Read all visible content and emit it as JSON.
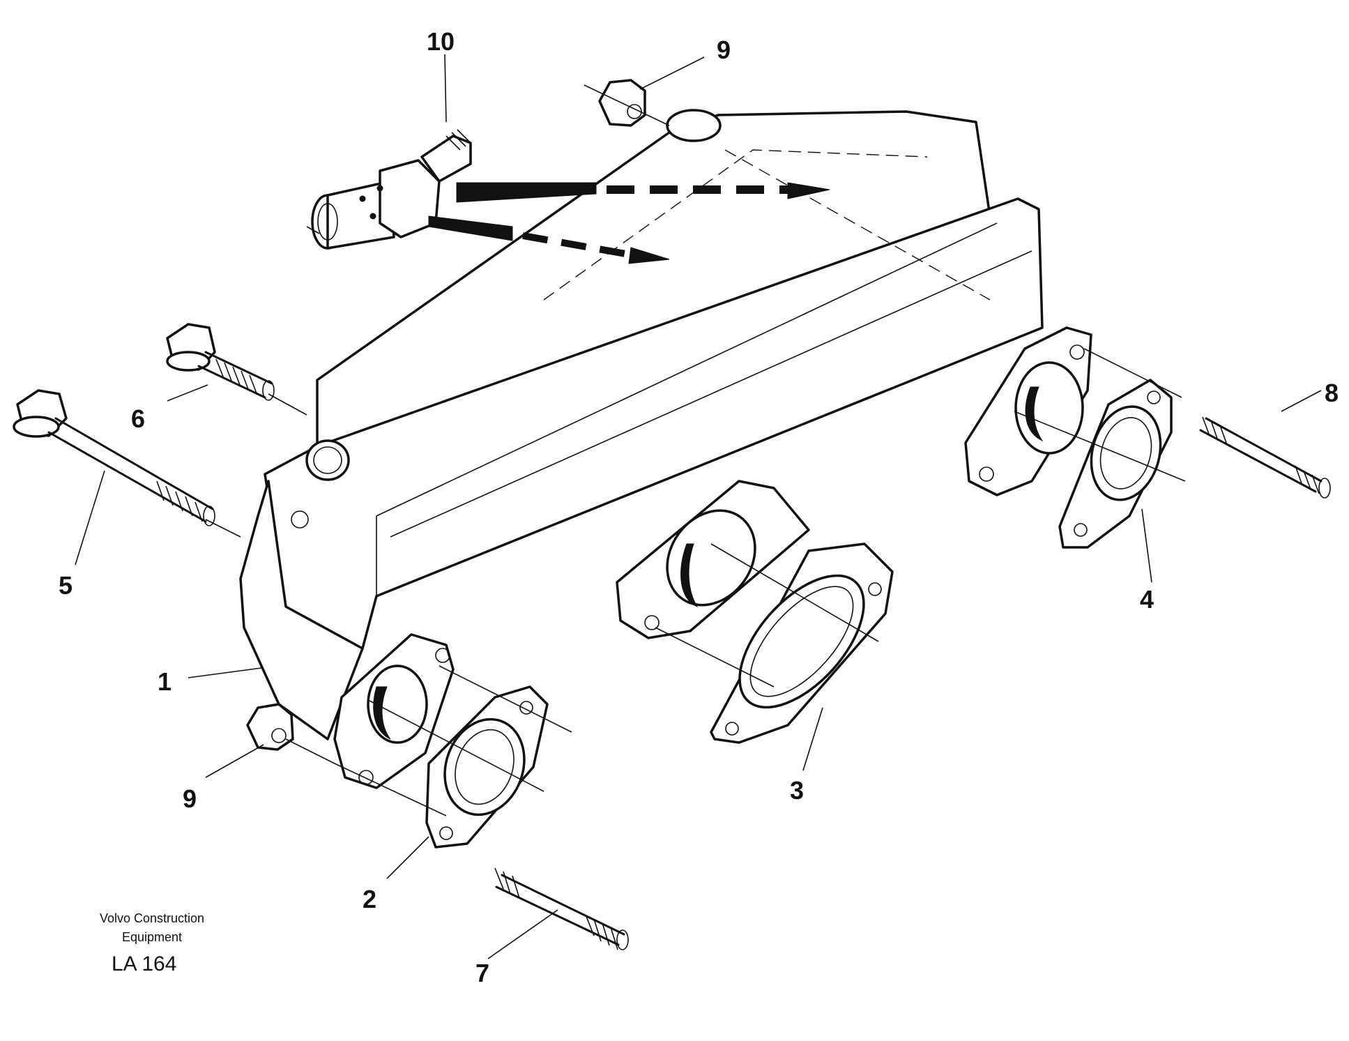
{
  "callouts": {
    "c1": "1",
    "c2": "2",
    "c3": "3",
    "c4": "4",
    "c5": "5",
    "c6": "6",
    "c7": "7",
    "c8": "8",
    "c9a": "9",
    "c9b": "9",
    "c10": "10"
  },
  "footer": {
    "line1": "Volvo Construction",
    "line2": "Equipment",
    "code": "LA 164"
  }
}
